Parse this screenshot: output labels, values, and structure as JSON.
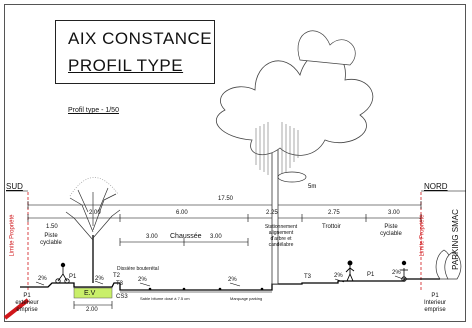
{
  "title": {
    "line1": "AIX CONSTANCE",
    "line2": "PROFIL TYPE"
  },
  "scale_label": "Profil type - 1/50",
  "sides": {
    "left": "SUD",
    "right": "NORD"
  },
  "boundary": {
    "left": "Limite Propriété",
    "right": "Limite Propriété"
  },
  "parking_label": "PARKING SMAC",
  "dimensions": {
    "total": "17.50",
    "left_tree_zone": "2.00",
    "piste_left": "1.50",
    "chaussee_total": "6.00",
    "lane_left": "3.00",
    "lane_right": "3.00",
    "stationnement": "2.25",
    "trottoir": "2.75",
    "piste_right": "3.00",
    "ev_width": "2.00",
    "tree_height": "5m"
  },
  "zones": {
    "piste_left": "Piste cyclable",
    "chaussee": "Chaussée",
    "stationnement": "Stationnement alignement d'arbre et candélabre",
    "trottoir": "Trottoir",
    "piste_right": "Piste cyclable",
    "ev": "E.V"
  },
  "markers": {
    "p1_left": "P1",
    "t2": "T2",
    "t3_left": "T3",
    "t3_right": "T3",
    "cs3": "CS3",
    "p1_right": "P1",
    "bordure": "Dissière bouterétal",
    "ext_left": "P1 exterieur emprise",
    "int_right": "P1 Interieur emprise"
  },
  "slopes": [
    "2%",
    "2%",
    "2%",
    "2%",
    "2%",
    "2%"
  ],
  "notes": {
    "road": "Sable bitume dosé à 7.5 cm",
    "curb": "Marquage parking"
  }
}
